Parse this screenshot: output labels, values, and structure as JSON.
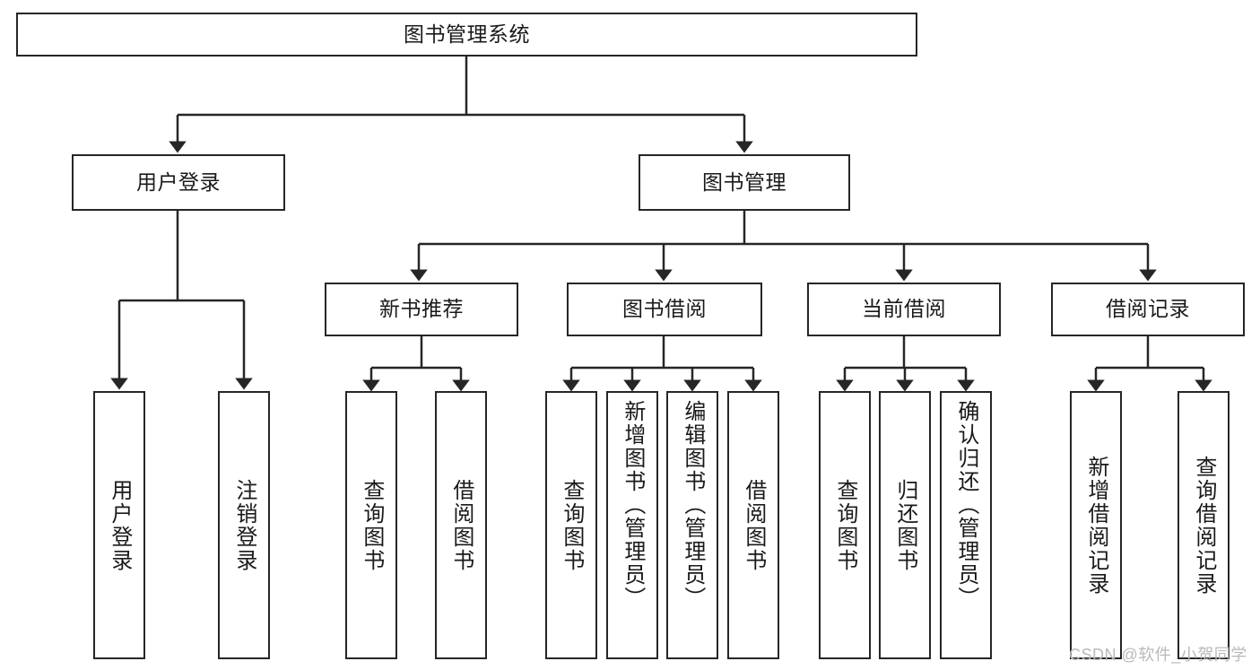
{
  "diagram": {
    "type": "tree",
    "title": "图书管理系统",
    "orientation": "top-down",
    "stroke_color": "#262626",
    "fill_color": "#ffffff",
    "text_color": "#1a1a1a",
    "watermark": "CSDN @软件_小贺同学",
    "nodes": {
      "root": {
        "label": "图书管理系统"
      },
      "user_login": {
        "label": "用户登录"
      },
      "book_manage": {
        "label": "图书管理"
      },
      "new_book_rec": {
        "label": "新书推荐"
      },
      "book_borrow": {
        "label": "图书借阅"
      },
      "current_borrow": {
        "label": "当前借阅"
      },
      "borrow_record": {
        "label": "借阅记录"
      },
      "leaf_user_login": {
        "label": "用户登录"
      },
      "leaf_logout": {
        "label": "注销登录"
      },
      "leaf_query_book_1": {
        "label": "查询图书"
      },
      "leaf_borrow_book_1": {
        "label": "借阅图书"
      },
      "leaf_query_book_2": {
        "label": "查询图书"
      },
      "leaf_add_book": {
        "label": "新增图书（管理员）"
      },
      "leaf_edit_book": {
        "label": "编辑图书（管理员）"
      },
      "leaf_borrow_book_2": {
        "label": "借阅图书"
      },
      "leaf_query_book_3": {
        "label": "查询图书"
      },
      "leaf_return_book": {
        "label": "归还图书"
      },
      "leaf_confirm_return": {
        "label": "确认归还（管理员）"
      },
      "leaf_add_record": {
        "label": "新增借阅记录"
      },
      "leaf_query_record": {
        "label": "查询借阅记录"
      }
    },
    "edges": [
      {
        "from": "root",
        "to": "user_login"
      },
      {
        "from": "root",
        "to": "book_manage"
      },
      {
        "from": "user_login",
        "to": "leaf_user_login"
      },
      {
        "from": "user_login",
        "to": "leaf_logout"
      },
      {
        "from": "book_manage",
        "to": "new_book_rec"
      },
      {
        "from": "book_manage",
        "to": "book_borrow"
      },
      {
        "from": "book_manage",
        "to": "current_borrow"
      },
      {
        "from": "book_manage",
        "to": "borrow_record"
      },
      {
        "from": "new_book_rec",
        "to": "leaf_query_book_1"
      },
      {
        "from": "new_book_rec",
        "to": "leaf_borrow_book_1"
      },
      {
        "from": "book_borrow",
        "to": "leaf_query_book_2"
      },
      {
        "from": "book_borrow",
        "to": "leaf_add_book"
      },
      {
        "from": "book_borrow",
        "to": "leaf_edit_book"
      },
      {
        "from": "book_borrow",
        "to": "leaf_borrow_book_2"
      },
      {
        "from": "current_borrow",
        "to": "leaf_query_book_3"
      },
      {
        "from": "current_borrow",
        "to": "leaf_return_book"
      },
      {
        "from": "current_borrow",
        "to": "leaf_confirm_return"
      },
      {
        "from": "borrow_record",
        "to": "leaf_add_record"
      },
      {
        "from": "borrow_record",
        "to": "leaf_query_record"
      }
    ]
  }
}
